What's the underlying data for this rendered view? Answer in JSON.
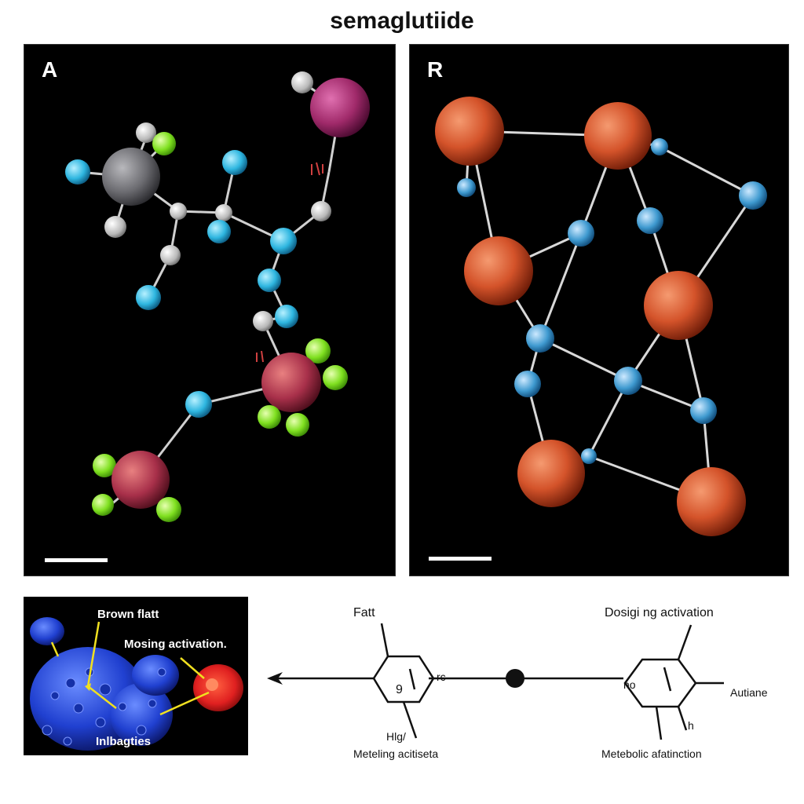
{
  "title": "semaglutiide",
  "panel_a": {
    "label": "A"
  },
  "panel_b": {
    "label": "R"
  },
  "inset": {
    "label_brown_fat": "Brown flatt",
    "label_activation": "Mosing activation.",
    "label_bottom": "Inlbagties"
  },
  "scheme": {
    "label_fat": "Fatt",
    "label_dosing": "Dosigi ng activation",
    "label_autiane": "Autiane",
    "label_hlg": "Hlg/",
    "label_meteling": "Meteling acitiseta",
    "label_metebolic": "Metebolic afatinction",
    "ring1_mark_a": "9",
    "ring1_mark_b": "rc",
    "ring2_mark_a": "no",
    "ring2_mark_b": "h"
  },
  "colors": {
    "carbon_gray": "#6b6b70",
    "hydrogen_light": "#c9c9c9",
    "cyan_atom": "#2eb6e0",
    "green_atom": "#7fe020",
    "maroon_atom": "#a8304a",
    "magenta_atom": "#a02a6a",
    "orange_atom": "#d4532a",
    "blue_atom": "#3f9ad0",
    "cell_blue": "#2040d0",
    "cell_red": "#e02020",
    "pointer_yellow": "#f0e020"
  }
}
